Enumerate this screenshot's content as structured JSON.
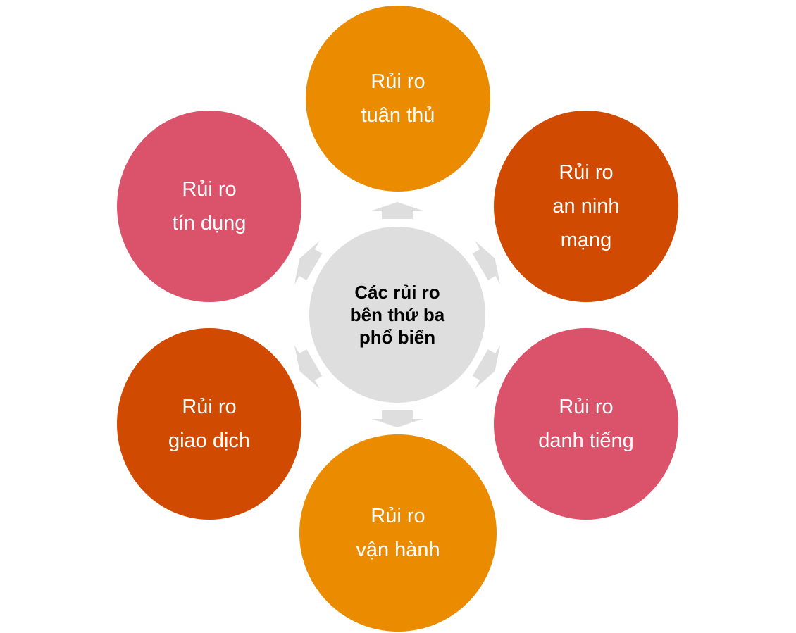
{
  "center": {
    "lines": [
      "Các rủi ro",
      "bên thứ ba",
      "phổ biến"
    ]
  },
  "nodes": [
    {
      "lines": [
        "Rủi ro",
        "tuân thủ"
      ],
      "color": "#EA8B00"
    },
    {
      "lines": [
        "Rủi ro",
        "an ninh",
        "mạng"
      ],
      "color": "#D04A02"
    },
    {
      "lines": [
        "Rủi ro",
        "danh tiếng"
      ],
      "color": "#DB536A"
    },
    {
      "lines": [
        "Rủi ro",
        "vận hành"
      ],
      "color": "#EA8B00"
    },
    {
      "lines": [
        "Rủi ro",
        "giao dịch"
      ],
      "color": "#D04A02"
    },
    {
      "lines": [
        "Rủi ro",
        "tín dụng"
      ],
      "color": "#DB536A"
    }
  ],
  "arrow_color": "#DEDEDE"
}
